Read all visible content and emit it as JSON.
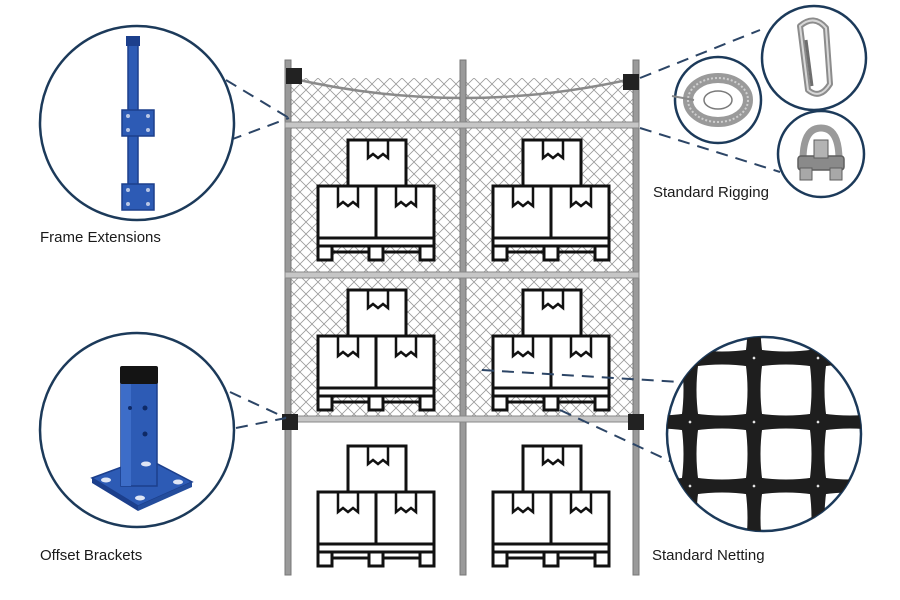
{
  "callouts": {
    "frame_extensions": "Frame Extensions",
    "offset_brackets": "Offset Brackets",
    "standard_rigging": "Standard Rigging",
    "standard_netting": "Standard Netting"
  },
  "colors": {
    "bracket_blue": "#2d5bb5",
    "bracket_blue_dark": "#1c3f8c",
    "frame_gray": "#8a8a8a",
    "net_gray": "#9a9a9a",
    "net_black": "#1e1e1e",
    "dash_blue": "#2c4566"
  },
  "icons": [
    "frame-extension-icon",
    "offset-bracket-icon",
    "carabiner-icon",
    "wire-rope-coil-icon",
    "wire-rope-clip-icon",
    "netting-closeup-icon",
    "pallet-boxes-icon"
  ]
}
